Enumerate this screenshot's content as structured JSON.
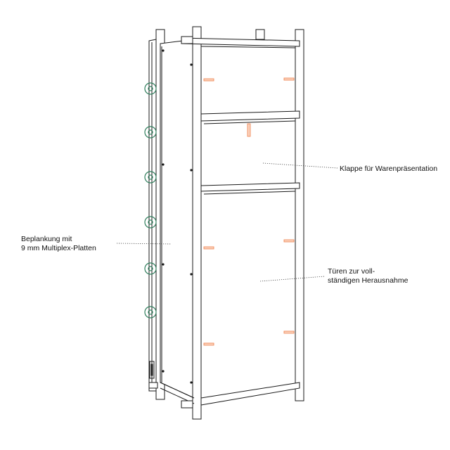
{
  "annotations": {
    "klappe": "Klappe für Warenpräsentation",
    "tueren_line1": "Türen zur voll-",
    "tueren_line2": "ständigen Herausnahme",
    "beplankung_line1": "Beplankung mit",
    "beplankung_line2": "9 mm Multiplex-Platten"
  },
  "colors": {
    "line": "#1a1a1a",
    "hinge": "#f08a5a",
    "hinge_fill": "#fbd2bd",
    "wheel": "#2e7d5b"
  },
  "icons": {
    "hinge": "hinge-icon",
    "handle": "handle-icon",
    "castor": "castor-wheel-icon"
  }
}
